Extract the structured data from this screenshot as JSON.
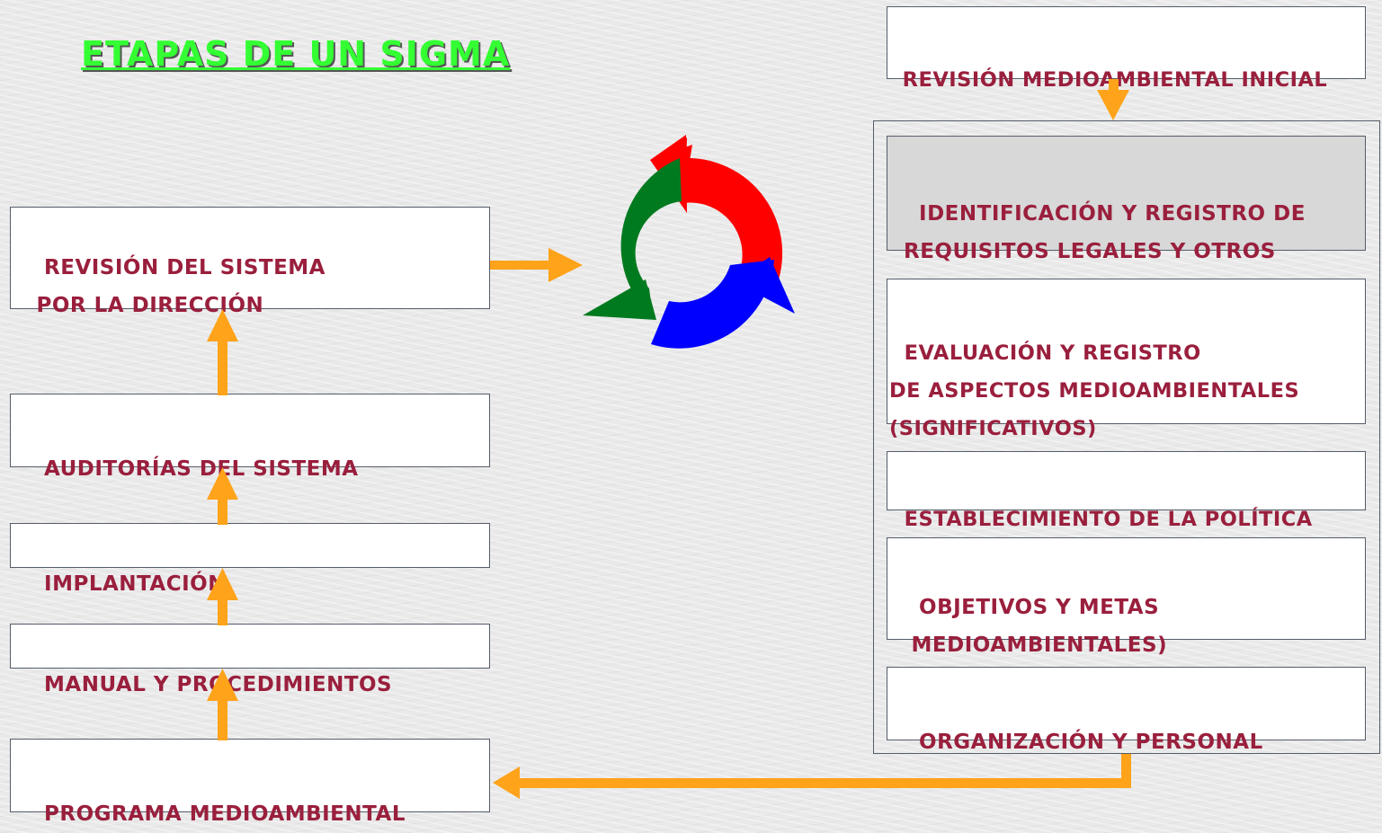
{
  "title": "ETAPAS DE UN SIGMA",
  "left_column": {
    "revision_sistema": "REVISIÓN DEL SISTEMA\n POR LA DIRECCIÓN",
    "auditorias": "AUDITORÍAS DEL SISTEMA",
    "implantacion": "IMPLANTACIÓN",
    "manual": "MANUAL Y PROCEDIMIENTOS",
    "programa": "PROGRAMA MEDIOAMBIENTAL"
  },
  "right_column": {
    "revision_inicial": "REVISIÓN MEDIOAMBIENTAL INICIAL",
    "requisitos": "IDENTIFICACIÓN Y REGISTRO DE\nREQUISITOS LEGALES Y OTROS",
    "aspectos": "EVALUACIÓN Y REGISTRO\nDE ASPECTOS MEDIOAMBIENTALES\n(SIGNIFICATIVOS)",
    "politica": "ESTABLECIMIENTO DE LA POLÍTICA",
    "objetivos": "OBJETIVOS Y METAS\n MEDIOAMBIENTALES)",
    "organizacion": "ORGANIZACIÓN Y PERSONAL"
  },
  "colors": {
    "title": "#33ff33",
    "text": "#9a1f3d",
    "arrow": "#ffa31a",
    "cycle": [
      "#ff0000",
      "#0000ff",
      "#007a1f"
    ]
  },
  "icons": [
    "cycle-arrows-icon"
  ]
}
